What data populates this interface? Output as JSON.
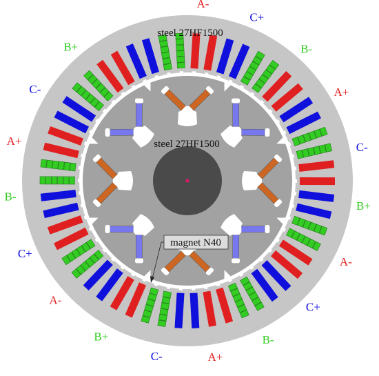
{
  "labels": {
    "stator_material": "steel 27HF1500",
    "rotor_material": "steel 27HF1500",
    "magnet_material": "magnet N40"
  },
  "colors": {
    "A": "#e02020",
    "B": "#33cc22",
    "C": "#1010dd",
    "stator": "#c6c6c6",
    "rotor": "#a2a2a2",
    "shaft": "#4a4a4a",
    "magnet": "#cc6622",
    "magnet_alt": "#7777ee",
    "coil_glow": "#f3a3a6"
  },
  "phase_colors": {
    "A+": "A",
    "A-": "A",
    "B+": "B",
    "B-": "B",
    "C+": "C",
    "C-": "C"
  },
  "phase_labels": [
    {
      "text": "A-",
      "angle": -85
    },
    {
      "text": "C+",
      "angle": -67
    },
    {
      "text": "B-",
      "angle": -48
    },
    {
      "text": "A+",
      "angle": -30
    },
    {
      "text": "C-",
      "angle": -11
    },
    {
      "text": "B+",
      "angle": 8
    },
    {
      "text": "A-",
      "angle": 27
    },
    {
      "text": "C+",
      "angle": 45
    },
    {
      "text": "B-",
      "angle": 63
    },
    {
      "text": "A+",
      "angle": 81
    },
    {
      "text": "C-",
      "angle": 100
    },
    {
      "text": "B+",
      "angle": 119
    },
    {
      "text": "A-",
      "angle": 138
    },
    {
      "text": "C+",
      "angle": 156
    },
    {
      "text": "B-",
      "angle": 175
    },
    {
      "text": "A+",
      "angle": 193
    },
    {
      "text": "C-",
      "angle": 211
    },
    {
      "text": "B+",
      "angle": 229
    }
  ],
  "coil_sequence": [
    "A",
    "A",
    "C",
    "C",
    "B",
    "B",
    "A",
    "A",
    "C",
    "C",
    "B",
    "B",
    "A",
    "A",
    "C",
    "C",
    "B",
    "B",
    "A",
    "A",
    "C",
    "C",
    "B",
    "B",
    "A",
    "A",
    "C",
    "C",
    "B",
    "B",
    "A",
    "A",
    "C",
    "C",
    "B",
    "B",
    "A",
    "A",
    "C",
    "C",
    "B",
    "B",
    "A",
    "A",
    "C",
    "C",
    "B",
    "B",
    "A",
    "A",
    "C",
    "C",
    "B",
    "B"
  ],
  "rotor_poles": 8,
  "slot_count": 54
}
